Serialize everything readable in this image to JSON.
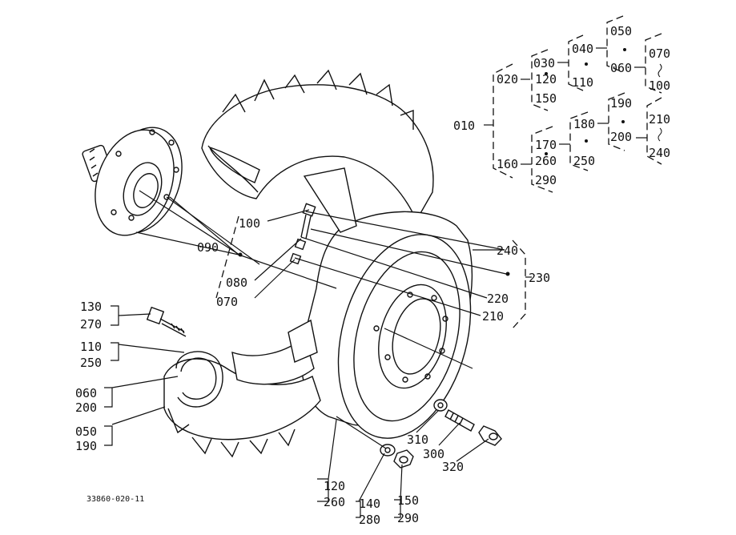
{
  "figure_code": "33860-020-11",
  "labels": {
    "p010": "010",
    "p020": "020",
    "p030": "030",
    "p120a": "120",
    "p150a": "150",
    "p040": "040",
    "p110a": "110",
    "p050a": "050",
    "p060a": "060",
    "p070a": "070",
    "p100a": "100",
    "p160": "160",
    "p170": "170",
    "p260a": "260",
    "p290a": "290",
    "p180": "180",
    "p250a": "250",
    "p190a": "190",
    "p200a": "200",
    "p210a": "210",
    "p240a": "240",
    "d100": "100",
    "d090": "090",
    "d080": "080",
    "d070": "070",
    "d240": "240",
    "d230": "230",
    "d220": "220",
    "d210": "210",
    "d130": "130",
    "d270": "270",
    "d110": "110",
    "d250": "250",
    "d060": "060",
    "d200": "200",
    "d050": "050",
    "d190": "190",
    "d310": "310",
    "d300": "300",
    "d320": "320",
    "d120": "120",
    "d260": "260",
    "d140": "140",
    "d280": "280",
    "d150": "150",
    "d290": "290"
  }
}
